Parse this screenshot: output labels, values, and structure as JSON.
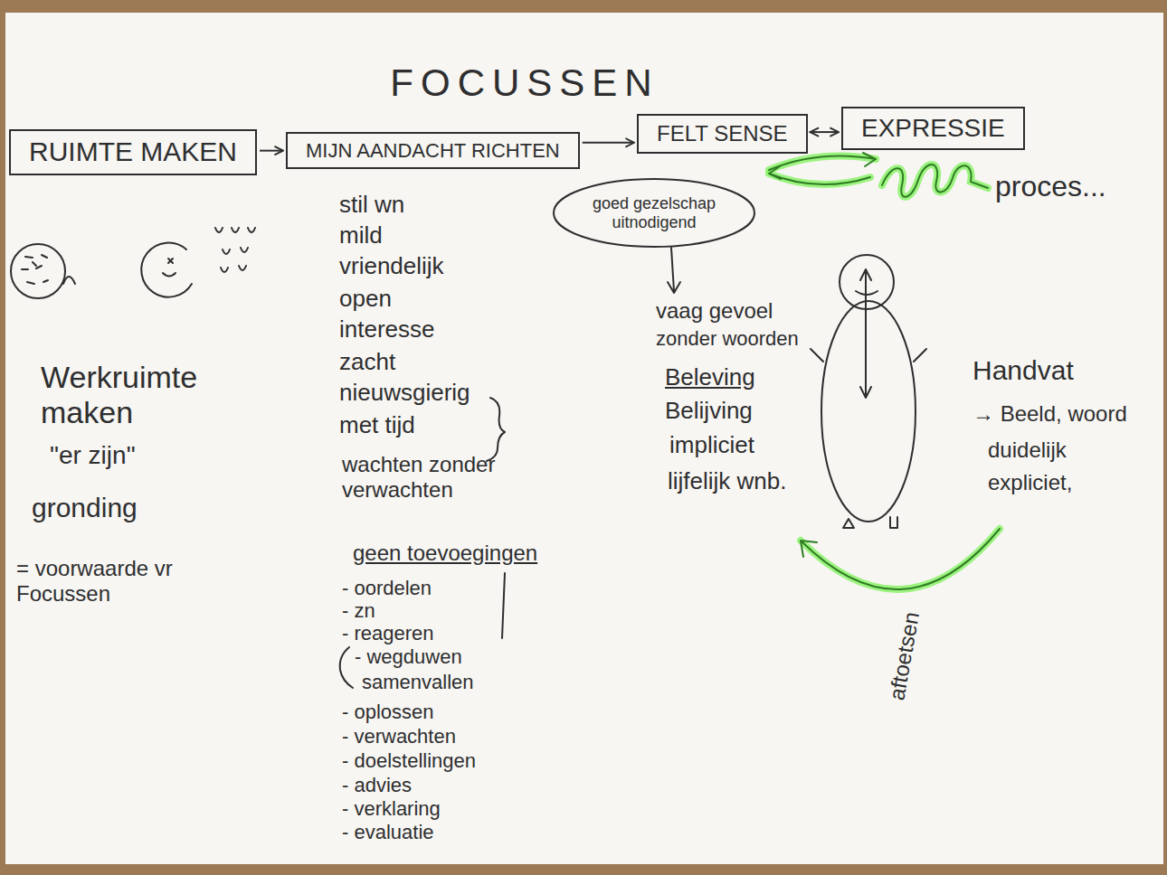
{
  "diagram": {
    "title": "FOCUSSEN",
    "nodes": [
      {
        "text": [
          "RUIMTE MAKEN"
        ]
      },
      {
        "text": [
          "MIJN AANDACHT RICHTEN"
        ]
      },
      {
        "text": [
          "FELT SENSE"
        ]
      },
      {
        "text": [
          "EXPRESSIE"
        ]
      },
      {
        "text": [
          "goed gezelschap uitnodigend"
        ]
      }
    ],
    "edges": [
      {
        "from": 0,
        "to": 1,
        "arrow": "to"
      },
      {
        "from": 1,
        "to": 2,
        "arrow": "to"
      },
      {
        "from": 2,
        "to": 3,
        "arrow": "both"
      }
    ],
    "labels": [
      "Werkruimte maken",
      "\"er zijn\"",
      "gronding",
      "= voorwaarde vr Focussen",
      "stil wn",
      "mild",
      "vriendelijk",
      "open",
      "interesse",
      "zacht",
      "nieuwsgierig",
      "met tijd",
      "wachten zonder verwachten",
      "geen toevoegingen",
      "- oordelen",
      "- zn",
      "- reageren",
      "- wegduwen",
      "samenvallen",
      "- oplossen",
      "- verwachten",
      "- doelstellingen",
      "- advies",
      "- verklaring",
      "- evaluatie",
      "vaag gevoel",
      "zonder woorden",
      "Beleving",
      "Belijving",
      "impliciet",
      "lijfelijk wnb.",
      "Handvat",
      "→ Beeld, woord",
      "duidelijk",
      "expliciet,",
      "aftoetsen",
      "proces..."
    ]
  }
}
